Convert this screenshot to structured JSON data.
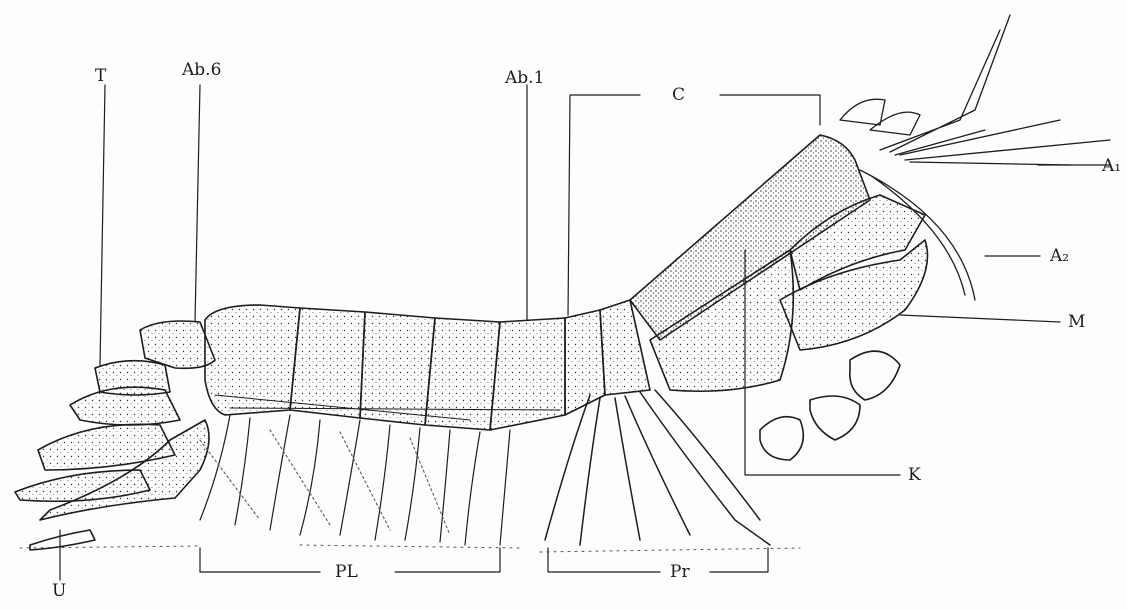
{
  "figure": {
    "labels": {
      "telson": "T",
      "abdominal_segment_6": "Ab.6",
      "abdominal_segment_1": "Ab.1",
      "carapace": "C",
      "antennule": "A₁",
      "antenna": "A₂",
      "maxilliped": "M",
      "raptorial_claw": "K",
      "uropod": "U",
      "pleopods": "PL",
      "pereopods": "Pr"
    },
    "colors": {
      "ink": "#1d1d1d",
      "paper": "#fdfdfc"
    }
  }
}
